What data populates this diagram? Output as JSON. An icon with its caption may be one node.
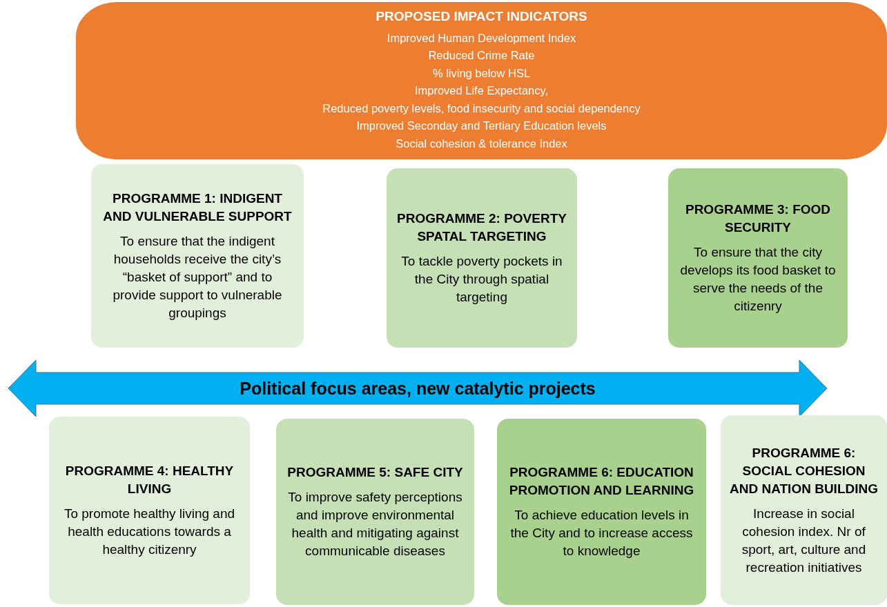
{
  "diagram": {
    "nodes": [
      {
        "text": [
          "PROPOSED IMPACT INDICATORS",
          "Improved Human Development Index",
          "Reduced Crime Rate",
          "% living below HSL",
          "Improved Life Expectancy,",
          "Reduced poverty levels, food insecurity and social dependency",
          "Improved Seconday and Tertiary Education levels",
          "Social cohesion & tolerance Index"
        ]
      },
      {
        "text": [
          "PROGRAMME 1: INDIGENT AND VULNERABLE SUPPORT",
          "To ensure that the indigent households receive the city’s “basket of support” and to provide support to vulnerable groupings"
        ]
      },
      {
        "text": [
          "PROGRAMME 2: POVERTY SPATAL TARGETING",
          "To tackle poverty pockets in the City through spatial targeting"
        ]
      },
      {
        "text": [
          "PROGRAMME 3: FOOD SECURITY",
          "To ensure that the city develops its food basket to serve the needs of the citizenry"
        ]
      },
      {
        "text": [
          "Political focus areas, new catalytic projects"
        ]
      },
      {
        "text": [
          "PROGRAMME 4: HEALTHY LIVING",
          "To promote healthy living and health educations towards a healthy citizenry"
        ]
      },
      {
        "text": [
          "PROGRAMME 5: SAFE CITY",
          "To improve safety perceptions and improve environmental health and mitigating against communicable diseases"
        ]
      },
      {
        "text": [
          "PROGRAMME 6: EDUCATION PROMOTION AND LEARNING",
          "To achieve education levels in the City and to increase access to knowledge"
        ]
      },
      {
        "text": [
          "PROGRAMME 6: SOCIAL COHESION AND NATION BUILDING",
          "Increase in social cohesion index. Nr of sport, art, culture and recreation initiatives"
        ]
      }
    ]
  }
}
